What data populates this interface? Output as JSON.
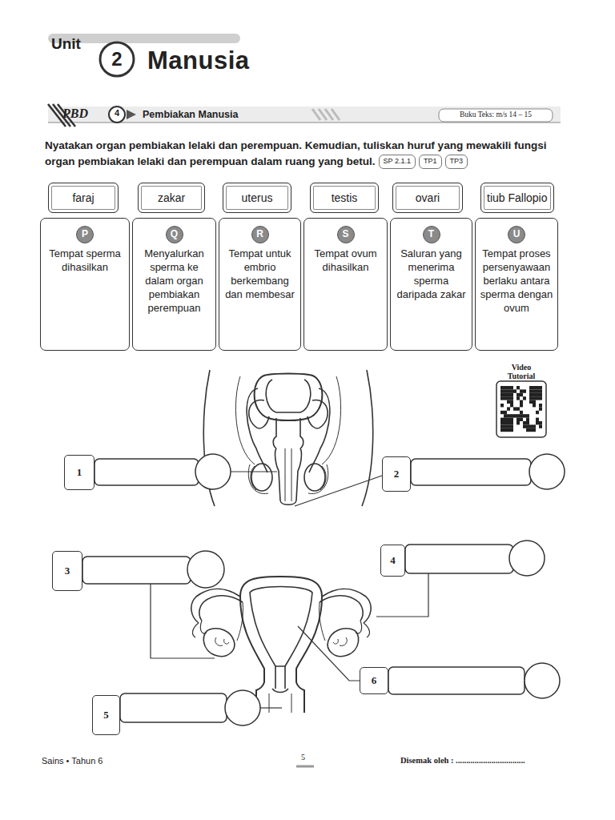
{
  "diagram": {
    "title": "Manusia",
    "nodes": [
      {
        "text": [
          "faraj"
        ]
      },
      {
        "text": [
          "zakar"
        ]
      },
      {
        "text": [
          "uterus"
        ]
      },
      {
        "text": [
          "testis"
        ]
      },
      {
        "text": [
          "ovari"
        ]
      },
      {
        "text": [
          "tiub Fallopio"
        ]
      },
      {
        "text": [
          "Tempat sperma dihasilkan"
        ]
      },
      {
        "text": [
          "P"
        ],
        "in": 6
      },
      {
        "text": [
          "Menyalurkan sperma ke dalam organ pembiakan perempuan"
        ]
      },
      {
        "text": [
          "Q"
        ],
        "in": 8
      },
      {
        "text": [
          "Tempat untuk embrio berkembang dan membesar"
        ]
      },
      {
        "text": [
          "R"
        ],
        "in": 10
      },
      {
        "text": [
          "Tempat ovum dihasilkan"
        ]
      },
      {
        "text": [
          "S"
        ],
        "in": 12
      },
      {
        "text": [
          "Saluran yang menerima sperma daripada zakar"
        ]
      },
      {
        "text": [
          "T"
        ],
        "in": 14
      },
      {
        "text": [
          "Tempat proses persenyawaan berlaku antara sperma dengan ovum"
        ]
      },
      {
        "text": [
          "U"
        ],
        "in": 16
      },
      {
        "text": [
          "1"
        ]
      },
      {
        "text": [
          "2"
        ]
      },
      {
        "text": [
          "3"
        ]
      },
      {
        "text": [
          "4"
        ]
      },
      {
        "text": [
          "6"
        ]
      },
      {
        "text": [
          "5"
        ]
      }
    ],
    "labels": [
      "Unit",
      "2",
      "PBD",
      "4",
      "Pembiakan Manusia",
      "Buku Teks: m/s 14 – 15",
      "Nyatakan organ pembiakan lelaki dan perempuan. Kemudian, tuliskan huruf yang mewakili fungsi organ pembiakan lelaki dan perempuan dalam ruang yang betul.",
      "SP 2.1.1",
      "TP1",
      "TP3",
      "Video Tutorial",
      "Sains • Tahun 6",
      "5",
      "Disemak oleh : ................................."
    ]
  }
}
